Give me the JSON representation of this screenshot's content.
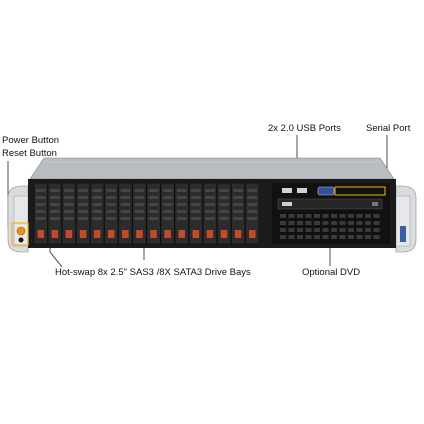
{
  "labels": {
    "power_button": "Power Button",
    "reset_button": "Reset Button",
    "usb_ports": "2x 2.0 USB Ports",
    "serial_port": "Serial Port",
    "drive_bays": "Hot-swap  8x 2.5\" SAS3 /8X SATA3 Drive Bays",
    "optional_dvd": "Optional DVD"
  },
  "server": {
    "drive_bay_count": 16,
    "colors": {
      "chassis": "#1b1b1b",
      "chassis_top": "#b9bcc0",
      "handle": "#d9dbde",
      "bay_face": "#2c2c2c",
      "bay_latch": "#c44a2c",
      "callout": "#f2b21c",
      "power_led": "#f08c1a"
    }
  }
}
